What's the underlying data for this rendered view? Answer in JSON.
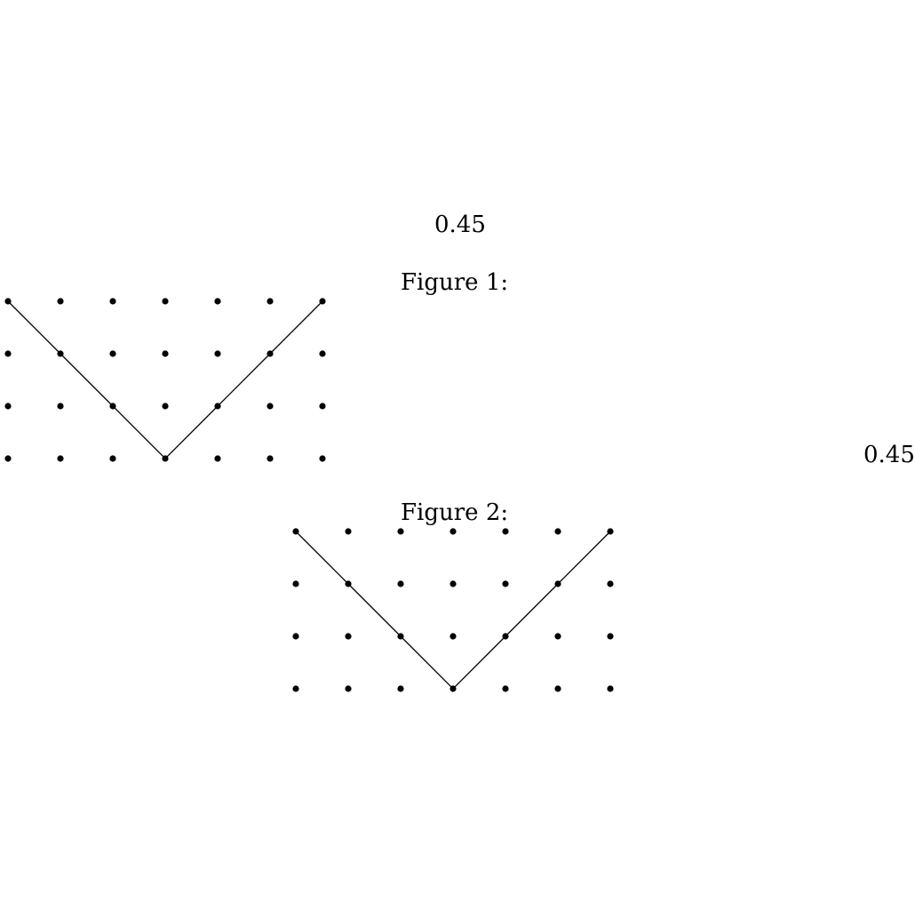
{
  "labels": {
    "scale_top": "0.45",
    "scale_right": "0.45",
    "figure_1_caption": "Figure 1:",
    "figure_2_caption": "Figure 2:"
  },
  "figures": [
    {
      "id": "figure-1",
      "grid": {
        "cols": 7,
        "rows": 4
      },
      "path": [
        [
          0,
          0
        ],
        [
          1,
          1
        ],
        [
          2,
          2
        ],
        [
          3,
          3
        ],
        [
          4,
          2
        ],
        [
          5,
          1
        ],
        [
          6,
          0
        ]
      ]
    },
    {
      "id": "figure-2",
      "grid": {
        "cols": 7,
        "rows": 4
      },
      "path": [
        [
          0,
          0
        ],
        [
          1,
          1
        ],
        [
          2,
          2
        ],
        [
          3,
          3
        ],
        [
          4,
          2
        ],
        [
          5,
          1
        ],
        [
          6,
          0
        ]
      ]
    }
  ],
  "colors": {
    "ink": "#000000",
    "background": "#ffffff"
  }
}
